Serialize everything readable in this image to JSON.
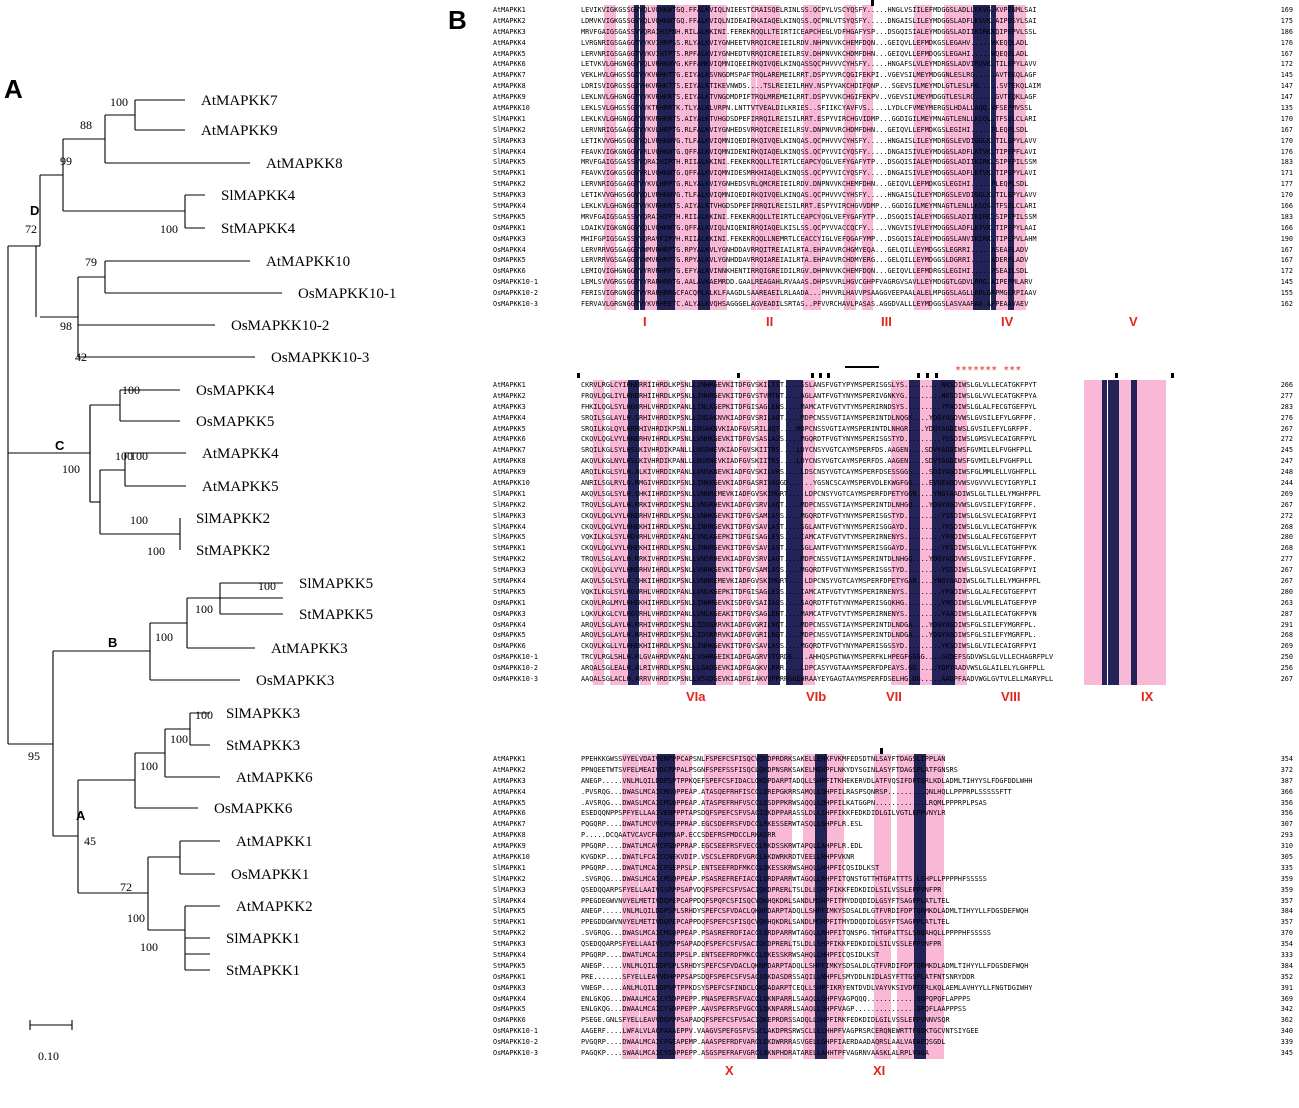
{
  "labels": {
    "panel_a": "A",
    "panel_b": "B"
  },
  "tree": {
    "tips": [
      "AtMAPKK7",
      "AtMAPKK9",
      "AtMAPKK8",
      "SlMAPKK4",
      "StMAPKK4",
      "AtMAPKK10",
      "OsMAPKK10-1",
      "OsMAPKK10-2",
      "OsMAPKK10-3",
      "OsMAPKK4",
      "OsMAPKK5",
      "AtMAPKK4",
      "AtMAPKK5",
      "SlMAPKK2",
      "StMAPKK2",
      "SlMAPKK5",
      "StMAPKK5",
      "AtMAPKK3",
      "OsMAPKK3",
      "SlMAPKK3",
      "StMAPKK3",
      "AtMAPKK6",
      "OsMAPKK6",
      "AtMAPKK1",
      "OsMAPKK1",
      "AtMAPKK2",
      "SlMAPKK1",
      "StMAPKK1"
    ],
    "bootstrap": [
      "100",
      "88",
      "99",
      "100",
      "72",
      "79",
      "98",
      "42",
      "100",
      "100",
      "100",
      "100",
      "100",
      "100",
      "100",
      "100",
      "100",
      "100",
      "100",
      "100",
      "95",
      "45",
      "72",
      "100",
      "100"
    ],
    "groups": [
      "D",
      "C",
      "B",
      "A"
    ],
    "scale_label": "0.10"
  },
  "alignment": {
    "names": [
      "AtMAPKK1",
      "AtMAPKK2",
      "AtMAPKK3",
      "AtMAPKK4",
      "AtMAPKK5",
      "AtMAPKK6",
      "AtMAPKK7",
      "AtMAPKK8",
      "AtMAPKK9",
      "AtMAPKK10",
      "SlMAPKK1",
      "SlMAPKK2",
      "SlMAPKK3",
      "SlMAPKK4",
      "SlMAPKK5",
      "StMAPKK1",
      "StMAPKK2",
      "StMAPKK3",
      "StMAPKK4",
      "StMAPKK5",
      "OsMAPKK1",
      "OsMAPKK3",
      "OsMAPKK4",
      "OsMAPKK5",
      "OsMAPKK6",
      "OsMAPKK10-1",
      "OsMAPKK10-2",
      "OsMAPKK10-3"
    ],
    "blocks": [
      {
        "seqs": [
          "LEVIKVIGKGSSGVVQLVQHKWTGQ.FFALKVIQLNIEESTCRAISQELRINLSS.QCPYLVSCYQSFY.....HNGLVSIILEFMDGGSLADLLKKVG.KVPENMLSAI",
          "LDMVKVIGKGSSGVVQLVQHKWTGQ.FFALKVIQLNIDEAIRKAIAQELKINQSS.QCPNLVTSYQSFY.....DNGAISLILEYMDGGSLADFLKSVK.AIPDSYLSAI",
          "MRVFGAIGSGASSVVQRAIHIPNH.RILALKKINI.FEREKRQQLLTEIRTICEAPCHEGLVDFHGAFYSP...DSGQISIALEYMDGGSLADIIKIRKKQIPEPVLSSL",
          "LVRGNRIGSGAGGTVYKVIHRPSS.RLYALKVIYGNHEETVRRQICREIEILRDV.NHPNVVKCHEMFDQN...GEIQVLLEFMDKGSLEGAHV.....WKEQQLADL",
          "LERVNRIGSGAGGTVYKVIHTPTS.RPFALKVIYGNHEDTVRRQICREIEILRSV.DHPNVVKCHDMFDHN...GEIQVLLEFMDQGSLEGAHI.....WQEQELADL",
          "LETVKVLGHGNGGVVQLVRHKWVG.KFFAMKVIQMNIQEEIRKQIVQELKINQASSQCPHVVVCYHSFY.....HNGAFSLVLEYMDRGSLADVIRQVK.TILEPYLAVV",
          "VEKLHVLGHGSSGIVYKVHHKTTG.EIYALKSVNGDMSPAFTRQLAREMEILRRT.DSPYVVRCQGIFEKPI..VGEVSILMEYMDGGNLESLRG.....AVTEKQLAGF",
          "LDRISVIGRGSSGIVHKVRHKTTS.EIYALKTIKEVNWDS....TSLREIEILRHV.NSPYVAKCHDIFQNP...SGEVSILMEYMDLGTLESLRG.....SVTEKQLAIM",
          "LEKLNVLGHGNGGTVYKVRHKRTS.EIYALKTVNGDMDPIFTRQLMREMEILRRT.DSPYVVKCHGIFEKPV..VGEVSILMEYMDGGTLESLRG.....GVTEQKLAGF",
          "LEKLSVLGHGSSGTVYKTRHRRTK.TLYALKLVRPN.LNTTVTVEALDILKRIES..SFIIKCYAVFVS.....LYDLCFVMEYMERGSLHDALLAQQ.VFSEPMVSSL",
          "LEKLKVLGHGNGGTVYKVRHKRTS.AIYALKTVHGDSDPEFIRRQILREISILRRT.ESPYVIRCHGVIDMP...GGDIGILMEYMNAGTLENLLKSQL.TFSELCLARI",
          "LERVNRIGSGAGGTVYKVLHRPTG.RLFALKVIYGNHEDSVRRQICREIEILRSV.DNPNVVRCHDMFDHN...GEIQVLLEFMDKGSLEGIHI.....PLEQPLSDL",
          "LETIKVVGHGSGGVVQLVRHKWVG.TLFALKVIQMNIQEDIRKQIVQELKINQAS.QCPHVVVCYHSFY.....HNGAISLILEYMDRGSLEVDIGGLK.TILEPYLAVV",
          "FEAVKVIGKGNGGVVRLVQHKWTG.QFFALKVIQMNIDENIRKQIAQELKINQSS.QCPYVVICYQSFY.....DNGAISIVLEYMDGGSLADFLKTVK.TIPEPFLAVI",
          "MRVFGAIGSGASSVVQRAIHIPTH.RIIALKKINI.FEKEKRQQLLTEIRTLCEAPCYQGLVEFYGAFYTP...DSGQISIALEYMDGGSLADIIKIRK.SIPEPILSSM",
          "FEAVKVIGKGSGGVVRLVQHKWTG.QFFALKVIQMNIDESMRKHIAQELKINQSS.QCPYVVICYQSFY.....DNGAISIVLEYMDGGSLADFLKTVK.TIPEPYLAVI",
          "LERVNRIGSGAGGTVYKVLHRPTG.RLYALKVIYGNHEDSVRLQMCREIEILRDV.DNPNVVKCHEMFDHN...GEIQVLLEFMDKGSLEGIHI.....PLEQPLSDL",
          "LETIKVVGHGSGGVVQLVRHKWVG.TLFALKVIQMNIQEDIRKQIVQELKINQAS.QCPHVVVCYHSFY.....HNGAISLILEYMDRGSLEVDIGGLK.TILEPYLAVV",
          "LEKLKVLGHGNGGTVYKVRHKRTS.AIYALKTVHGDSDPEFIRRQILREISILRRT.ESPYVIRCHGVVDMP...GGDIGILMEYMNAGTLENLLKSQS.TFSELCLARI",
          "MRVFGAIGSGASSVVQRAIHIPTH.RIIALKKINI.FEKEKRQQLLTEIRTLCEAPCYQGLVEFYGAFYTP...DSGQISIALEYMDGGSLADIIKIRK.SIPEPILSSM",
          "LDAIKVIGKGNGGVVQLVQHKWTG.QFFALKVIQLNIQENIRRQIAQELKISLSS.QCPYVVACCQCFY.....VNGVISIVLEYMDGGSLADFLKTVK.TIPEPYLAAI",
          "MHIFGPIGSGASSVVQRAVFIPVH.RIIALKKINI.FEKEKRQQLLNEMRTLCEACCYIGLVEFQGAFYMP...DSGQISIALEYMDGGSLANVIKIRK.TIPEPVLAHM",
          "LERVRRVGSGAGGTVWMVRHRPTG.RPYALKVLYGNHDDAVRRQITREIAILRTA.EHPAVVRCHGMYEQA...GELQILLEYMDGGSLEGRRI.....ASEAFLADV",
          "LERVRRVGSGAGGTVWMVRHRPTG.RPYALKVLYGNHDDAVRRQIAREIAILRTA.EHPAVVRCHDMYERG...GELQILLEYMDGGSLDGRRI.....ADERFLADV",
          "LEMIQVIGHGNGGTVYRVRHRPTG.EFYALKVINNKHENTIRRQIGREIDILRGV.DHPNVVKCHEMFDQN...GEIQVLLEFMDRGSLEGIHI.....PSEAILSDL",
          "LEMLSVVGRGSGGTVYRARHRRTG.AALAVKAEMRDD.GAALREAGAHLRVAAAS.DHPSVVRLHGVCGHPFVAGRGVSAVLLEYMDGGTLGDVLRRG.AIPEPMLARV",
          "FERISVIGRGNGGTVYRARHRRGCFACQPLALKLFAAGDLSAAREAEILRLAADA...PHVVRLHAVVPSAAGGVEEPAALALELMPGGSLAGLLRRLGRPMGERPIAAV",
          "FERVAVLGRGNGGTVYKVRHRETC.ALYALKVQHSAGGGELAGVEADILSRTAS..PFVVRCHAVLPASAS.AGGDVALLLEYMDGGSLASVAARAG.AFPEAAVAEV"
        ],
        "ends": [
          "169",
          "175",
          "186",
          "176",
          "167",
          "172",
          "145",
          "147",
          "147",
          "135",
          "170",
          "167",
          "170",
          "176",
          "183",
          "171",
          "177",
          "170",
          "166",
          "183",
          "166",
          "190",
          "167",
          "167",
          "172",
          "145",
          "155",
          "162"
        ],
        "motifs": [
          "I",
          "II",
          "III",
          "IV",
          "V"
        ]
      },
      {
        "seqs": [
          "CKRVLRGLCYIHHERRIIHRDLKPSNLLINHRGEVKITDFGVSKILTST....SSLANSFVGTYPYMSPERISGSLYS.........NKSDIWSLGLVLLECATGKFPYT",
          "FRQVLQGLIYLHHDRHIIHRDLKPSNLLINHRGEVKITDFGVSTVMTNT....AGLANTFVGTYNYMSPERIVGNKYG.........NKSDIWSLGLVVLECATGKFPYA",
          "FHKILQGLSYLHGVRHLVHRDIKPANLLINLKGEPKITDFGISAGLENS....MAMCATFVGTVTYMSPERIRNDSYS.........YPADIWSLGLALFECGTGEFPYL",
          "SRQILSGLAYLH.SRHIVHRDIKPSNLLINSAKNVKIADFGVSRILAQT....MDPCNSSVGTIAYMSPERINTDLNQGK....YDGYAGDVWSLGVSILEFYLGRFPF.",
          "SRQILKGLQYLHRRHIVHRDIKPSNLLINSAKNVKIADFGVSRILAQT....MDPCNSSVGTIAYMSPERINTDLNHGR....YDGYAGDIWSLGVSILEFYLGRFPF.",
          "CKQVLQGLVYLHNERHVIHRDLKPSNLLVNHKGEVKITDFGVSASLASS....MGQRDTFVGTYNYMSPERISGSTYD.........YSSDIWSLGMSVLECAIGRFPYL",
          "SRQILKGLSYLHSLKIVHRDIKPANLLLNSRNEVKIADFGVSKIITRS....LDYCNSYVGTCAYMSPERFDS.AAGEN....SDVYAGDIWSFGVMILELFVGHFPLL",
          "AKQVLKGLNYLHSLKIVHRDIKPANLLLNSRNEVKIADFGVSKIITRS....LDYCNSYVGTCAYMSPERFDS.AAGEN....SDVYAGDIWSFGVMILELFVGHFPLL",
          "ARQILKGLSYLH.ALKIVHRDIKPANLLVNSKNEVKIADFGVSKILVRS....LDSCNSYVGTCAYMSPERFDSESSGGS....SDIYAGDIWSFGLMMLELLVGHFPLL",
          "ANRILSGLRYLQ.RMGIVHRDIKPSNLLINKKGEVKIADFGASRIVAGGD......YGSNCSCAYMSPERVDLEKWGFGG....EVGEAGDVWSVGVVVLECYIGRYPLI",
          "AKQVLSGLSYLH.SHKIIHRDIKPSNLLVNNREMEVKIADFGVSKIMGRT....LDPCNSYVGTCAYMSPERFDPETYGGN....YNGYAADIWSLGLTLLELYMGHFPFL",
          "TRQVLSGLAYLH.RRKIVHRDIKPSNLLVNSRHEVKIADFGVSRVLAQT....MDPCNSSVGTIAYMSPERINTDLNHGQ....YDGYAGDVWSLGVSILEFYIGRFPF.",
          "CKQVLQGLVYLHNERHVIHRDLKPSNLLVNHKGEVKITDFGVSAMLASS....MGQRDTFVGTYNYMSPERISGSTYD.........YSSDIWSLGLSVLECAIGRFPYI",
          "CKQVLQGLVYLHHEKHIIHRDLKPSNLLINHRGEVKITDFGVSAVLAST....SGLANTFVGTYNYMSPERISGGAYD.........YKSDIWSLGLVLLECATGHFPYK",
          "VQKILKGLSYLHGVRHLVHRDIKPANLLVNLKGEPKITDFGISAGLESS....IAMCATFVGTVTYMSPERIRNENYS.........YPADIWSLGLALFECGTGEFPYT",
          "CKQVLQGLVYLHHEKHIIHRDLKPSNLLINHRGEVKITDFGVSAVLAST....SGLANTFVGTYNYMSPERISGGAYD.........YKSDIWSLGLVLLECATGHFPYK",
          "TRQVLSGLAYLH.RRKIVHRDIKPSNLLVNSRHEVKIADFGVSRVLAQT....MDPCNSSVGTIAYMSPERINTDLNHGQ....YDGYAGDVWSLGVSILEFYIGRFPF.",
          "CKQVLQGLVYLHNERHVIHRDLKPSNLLVNHKGEVKITDFGVSAMLASS....MGQRDTFVGTYNYMSPERISGSTYD.........YSSDIWSLGLSVLECAIGRFPYI",
          "AKQVLSGLSYLH.SHKIIHRDIKPSNLLVNNREMEVKIADFGVSKIMGRT....LDPCNSYVGTCAYMSPERFDPETYGAN....YNGYAADIWSLGLTLLELYMGHFPFL",
          "VQKILKGLSYLHGVRHLVHRDIKPANLLVNLKGEPKITDFGISAGLESS....IAMCATFVGTVTYMSPERIRNENYS.........YPADIWSLGLALFECGTGEFPYT",
          "CKQVLRGLMYLHHEKHIIHRDLKPSNLLINHMGEVKISDFGVSAIIASS....SAQRDTFTGTYNYMAPERISGQKHG.........YMSDIWSLGLVMLELATGEFPYP",
          "LQKVLKGLCYLHGVRHLVHRDIKPANLLVNLKGEAKITDFGVSAGLDNT....MAMCATFVGTVTYMSPERIRNENYS.........YAADIWSLGLAILECATGKFPYN",
          "ARQVLSGLAYLH.RRHIVHRDIKPSNLLIDSGRRVKIADFGVGRILNQT....MDPCNSSVGTIAYMSPERINTDLNDGA....YDGYAGDIWSFGLSILEFYMGRFPL.",
          "ARQVLSGLAYLH.RRHIVHRDIKPSNLLIDSRRRVKIADFGVGRILNQT....MDPCNSSVGTIAYMSPERINTDLNDGA....YDGYAGDIWSFGLSILEFYMGRFPL.",
          "CKQVLKGLLYLHHEKHIIHRDLKPSNLLINHKGEVKITDFGVSAVLASS....MGQRDTFVGTYNYMAPERISGSSYD.........YKSDIWSLGLVILECAIGRFPYI",
          "TRCVLRGLSHLH.RLGVAHRDVKPANLLVGHRGEIKIADFGAGRVVTGRDE....AHHQSPGTWAYMSPERFKLHPEGFGGGG....GADEFSGDVWSLGLVLLECHAGRFPLV",
          "ARQALSGLEALH.ALRIVHRDLKPSNLLLGADGEVKIADFGAGKVLRRR....LDPCASYVGTAAYMSPERFDPEAYS.GD.....YDPYAADVWSLGLAILELYLGHFPLL",
          "AAQALSGLACLH.ARRVVHRDIKPSNLLVSVDGEVKIADFGIAKVVPPRRGGEHRAAYEYGAGTAAYMSPERFDSELHG.DG.....AADPFAADVWGLGVTVLELLMARYPLL"
        ],
        "ends": [
          "266",
          "277",
          "283",
          "276",
          "267",
          "272",
          "245",
          "247",
          "248",
          "244",
          "269",
          "267",
          "272",
          "268",
          "280",
          "268",
          "277",
          "267",
          "267",
          "280",
          "263",
          "287",
          "291",
          "268",
          "269",
          "250",
          "256",
          "267"
        ],
        "motifs": [
          "VIa",
          "VIb",
          "VII",
          "VIII",
          "IX"
        ]
      },
      {
        "seqs": [
          "PPEHKKGWSSVYELVDAIVENPPPCAPSNLFSPEFCSFISQCVQKDPRDRKSAKELLEHKFVKMFEDSDTNLSAYFTDAGSLIPPLAN",
          "PPNQEETWTSVFELMEAIVDCPPPALPSGNFSPEFSSFISQCLQKDPNSRKSAKELMEHPFLNKYDYSGINLASYFTDAGSPLATFGNSRS",
          "ANEGP.....VNLMLQILDDPSPTPPKQEFSPEFCSFIDACLQKDPDARPTADQLLSHPFITKHEKERVDLATFVQSIFDPTQRLKDLADMLTIHYYSLFDGFDDLWHH",
          ".PVSRQG...DWASLMCAICMSQPPEAP.ATASQEFRHFISCCLQREPGKRRSAMQLLQHPFILRASPSQNRSP.........QNLHQLLPPPRPLSSSSSFTT",
          ".AVSRQG...DWASLMCAICMSQPPEAP.ATASPEFRHFVSCCLQSDPPKRWSAQQLLQHPFILKATGGPN............LRQMLPPPRPLPSAS",
          "ESEDQQNPPSPFYELLAAIVENPPPTAPSDQFSPEFCSFVSACIQKDPPARASSLDLLSHPFIKKFEDKDIDLGILVGTLEPPVNYLR",
          "PQGQRP....DWATLMCVVCFGEPPRAP.EGCSDEFRSFVDCCLRKESSERWTASQLLGHPFLR.ESL",
          "P.....DCQAATVCAVCFGEPPRAP.ECCSDEFRSFMDCCLRKASRR",
          "PPGQRP....DWATLMCAVCFGDPPRAP.EGCSEEFRSFVECCLRKDSSKRWTAPQLLAHPFLR.EDL",
          "KVGDKP....DWATLFCAICCNEKVDIP.VSCSLEFRDFVGRCLEKDWRKRDTVEELLRHPFVKNR",
          "PPGQRP....DWATLMCAICFGEPPSLP.ENTSEEFRDFMKCCLQKESSKRWSAHQLLHHPFICQSIDLKST",
          ".SVGRQG...DWASLMCAICMSQPPEAP.PSASREFREFIACCLQRDPARRWTAGQLLRHPFITQNSTGTTHTGPATTTS.LSHPLLPPPPHFSSSSS",
          "QSEDQQARPSFYELLAAIVSSPPPSAPVDQFSPEFCSFVSACIQKDPRERLTSLDLLSHPFIKKFEDKDIDLSILVSSLEPPVNFPR",
          "PPEGDEGWVNVYELMETIVDQPEPCAPPDQFSPQFCSFISQCVQKHQKDRLSANDLMSHPFITMYDDQDIDLGSYFTSAGPPLATLTEL",
          "ANEGP.....VNLMLQILDDPSPLSRHDYSPEFCSFVDACLQKNPDARPTADQLLSHPFIMKYSDSALDLGTFVRDIFDPTQRMKDLADMLTIHYYLLFDGSDEFWQH",
          "PPEGDDGWVNVYELMETIVDQPEPCAPPDQFSPEFCSFISQCVQKHQKDRLSANDLMSHPFITMYDDQDIDLGSYFTSAGPPLATLTEL",
          ".SVGRQG...DWASLMCAICMSQPPEAP.PSASREFRDFIACCLQRDPARRWTAGQLLRHPFITQNSPG.THTGPATTSLSNQAHQLLPPPPHFSSSSS",
          "QSEDQQARPSFYELLAAIVSSPPPSAPADQFSPEFCSFVSACIQKDPRERLTSLDLLSHPFIKKFEDKDIDLSILVSSLEPPVNFPR",
          "PPGQRP....DWATLMCAICFGEPPSLP.ENTSEEFRDFMKCCLQKESSKRWSAHQLLHHPFICQSIDLKST",
          "ANEGP.....VNLMLQILDDPSPLSRHDYSPEFCSFVDACLQKNPDARPTADQLLSHPFIMKYSDSALDLGTFVRDIFDPTQRMKDLADMLTIHYYLLFDGSDEFWQH",
          "PRE.......SFYELLEAVVDHPPPSAPSDQFSPEFCSFVSACIQKDASDRSSAQILLNHPFLSMYDDLNIDLASYFTTGSPLATFNTSNRYDDR",
          "VNEGP.....ANLMLQILDDPSPTPPKDSYSPEFCSFINDCLQKDADARPTCEQLLSHPFIKRYENTDVDLVAYVKSIVDPTERLKQLAEMLAVHYYLLFNGTDGIWHY",
          "ENLGKQG...DWAALMCAICYSDPPEPP.PNASPEFRSFVACCLQKNPARRLSAAQLLQHPFVAGPQQQ............QQPQPQFLAPPPS",
          "ENLGKQG...DWAALMCAICYSDPPEPP.AAVSPEFRSFVGCCLQKNPARRLSAAQLLQHPFVAGP...............QPQFLAAPPPSS",
          "PSEGE.GNLSFYELLEAVVDQPPPSAPADQFSPEFCSFVSACIQKEPRDRSSADQLLSHPFIRKFEDKDIDLGILVSSLEPPVNNVSQR",
          "AAGERF....LWFALVLACFAAAEPPV.VAAGVSPEFGSFVSLCLAKDPRSRWSCLLLLHHPFVAGPRSRCERQNEWRTTFQDKTGCVNTSIYGEE",
          "PVGQRP....DWAALMCAICFGEAPEMP.AAASPEFRDFVARCLEKDWRRRASVGELLGHPFIAERDAADAQRSLAALVAEAEQSGDL",
          "PAGQKP....SWAALMCAICYSDPPEPP.ASGSPEFRAFVGRCLQKNPHDRATARELLAHHTPFVAGRNVAASKLALRPLVAGA"
        ],
        "ends": [
          "354",
          "372",
          "387",
          "366",
          "356",
          "356",
          "307",
          "293",
          "310",
          "305",
          "335",
          "359",
          "359",
          "357",
          "384",
          "357",
          "370",
          "354",
          "333",
          "384",
          "352",
          "391",
          "369",
          "342",
          "362",
          "340",
          "339",
          "345"
        ],
        "motifs": [
          "X",
          "XI"
        ]
      }
    ]
  }
}
